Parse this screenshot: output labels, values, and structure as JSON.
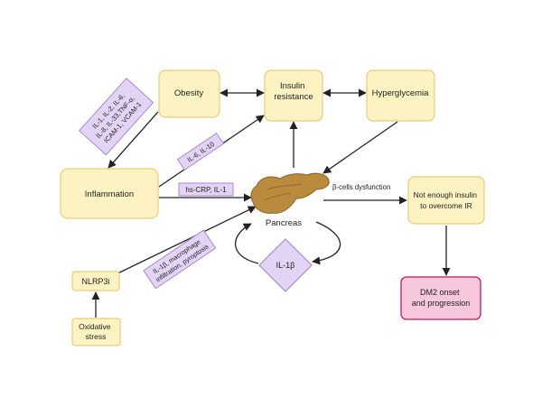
{
  "nodes": {
    "obesity": "Obesity",
    "insulin_resistance": [
      "Insulin",
      "resistance"
    ],
    "hyperglycemia": "Hyperglycemia",
    "inflammation": "Inflammation",
    "pancreas": "Pancreas",
    "not_enough_insulin": [
      "Not enough insulin",
      "to overcome IR"
    ],
    "il1b": "IL-1β",
    "nlrp3i": "NLRP3i",
    "oxidative_stress": [
      "Oxidative",
      "stress"
    ],
    "dm2": [
      "DM2 onset",
      "and progression"
    ]
  },
  "labels": {
    "cytokines": [
      "IL-1, IL-2, IL-6,",
      "IL-8, IL-33,TNF-α,",
      "ICAM-1, VCAM-1"
    ],
    "il6_il10": "IL-6, IL-10",
    "hscrp": "hs-CRP, IL-1",
    "beta_cells": "β-cells dysfunction",
    "il1b_macrophage": [
      "IL-1β, macrophage",
      "infiltration, pyroptosis"
    ]
  },
  "colors": {
    "yellow_fill": "#fdf3c2",
    "yellow_stroke": "#e3cf7a",
    "purple_fill": "#e3d4f5",
    "purple_stroke": "#a78ad0",
    "pink_fill": "#f7c7dd",
    "pink_stroke": "#c2185b",
    "pancreas": "#b88b3e",
    "arrow": "#222222"
  },
  "icons": {
    "pancreas": "pancreas-organ-icon"
  }
}
